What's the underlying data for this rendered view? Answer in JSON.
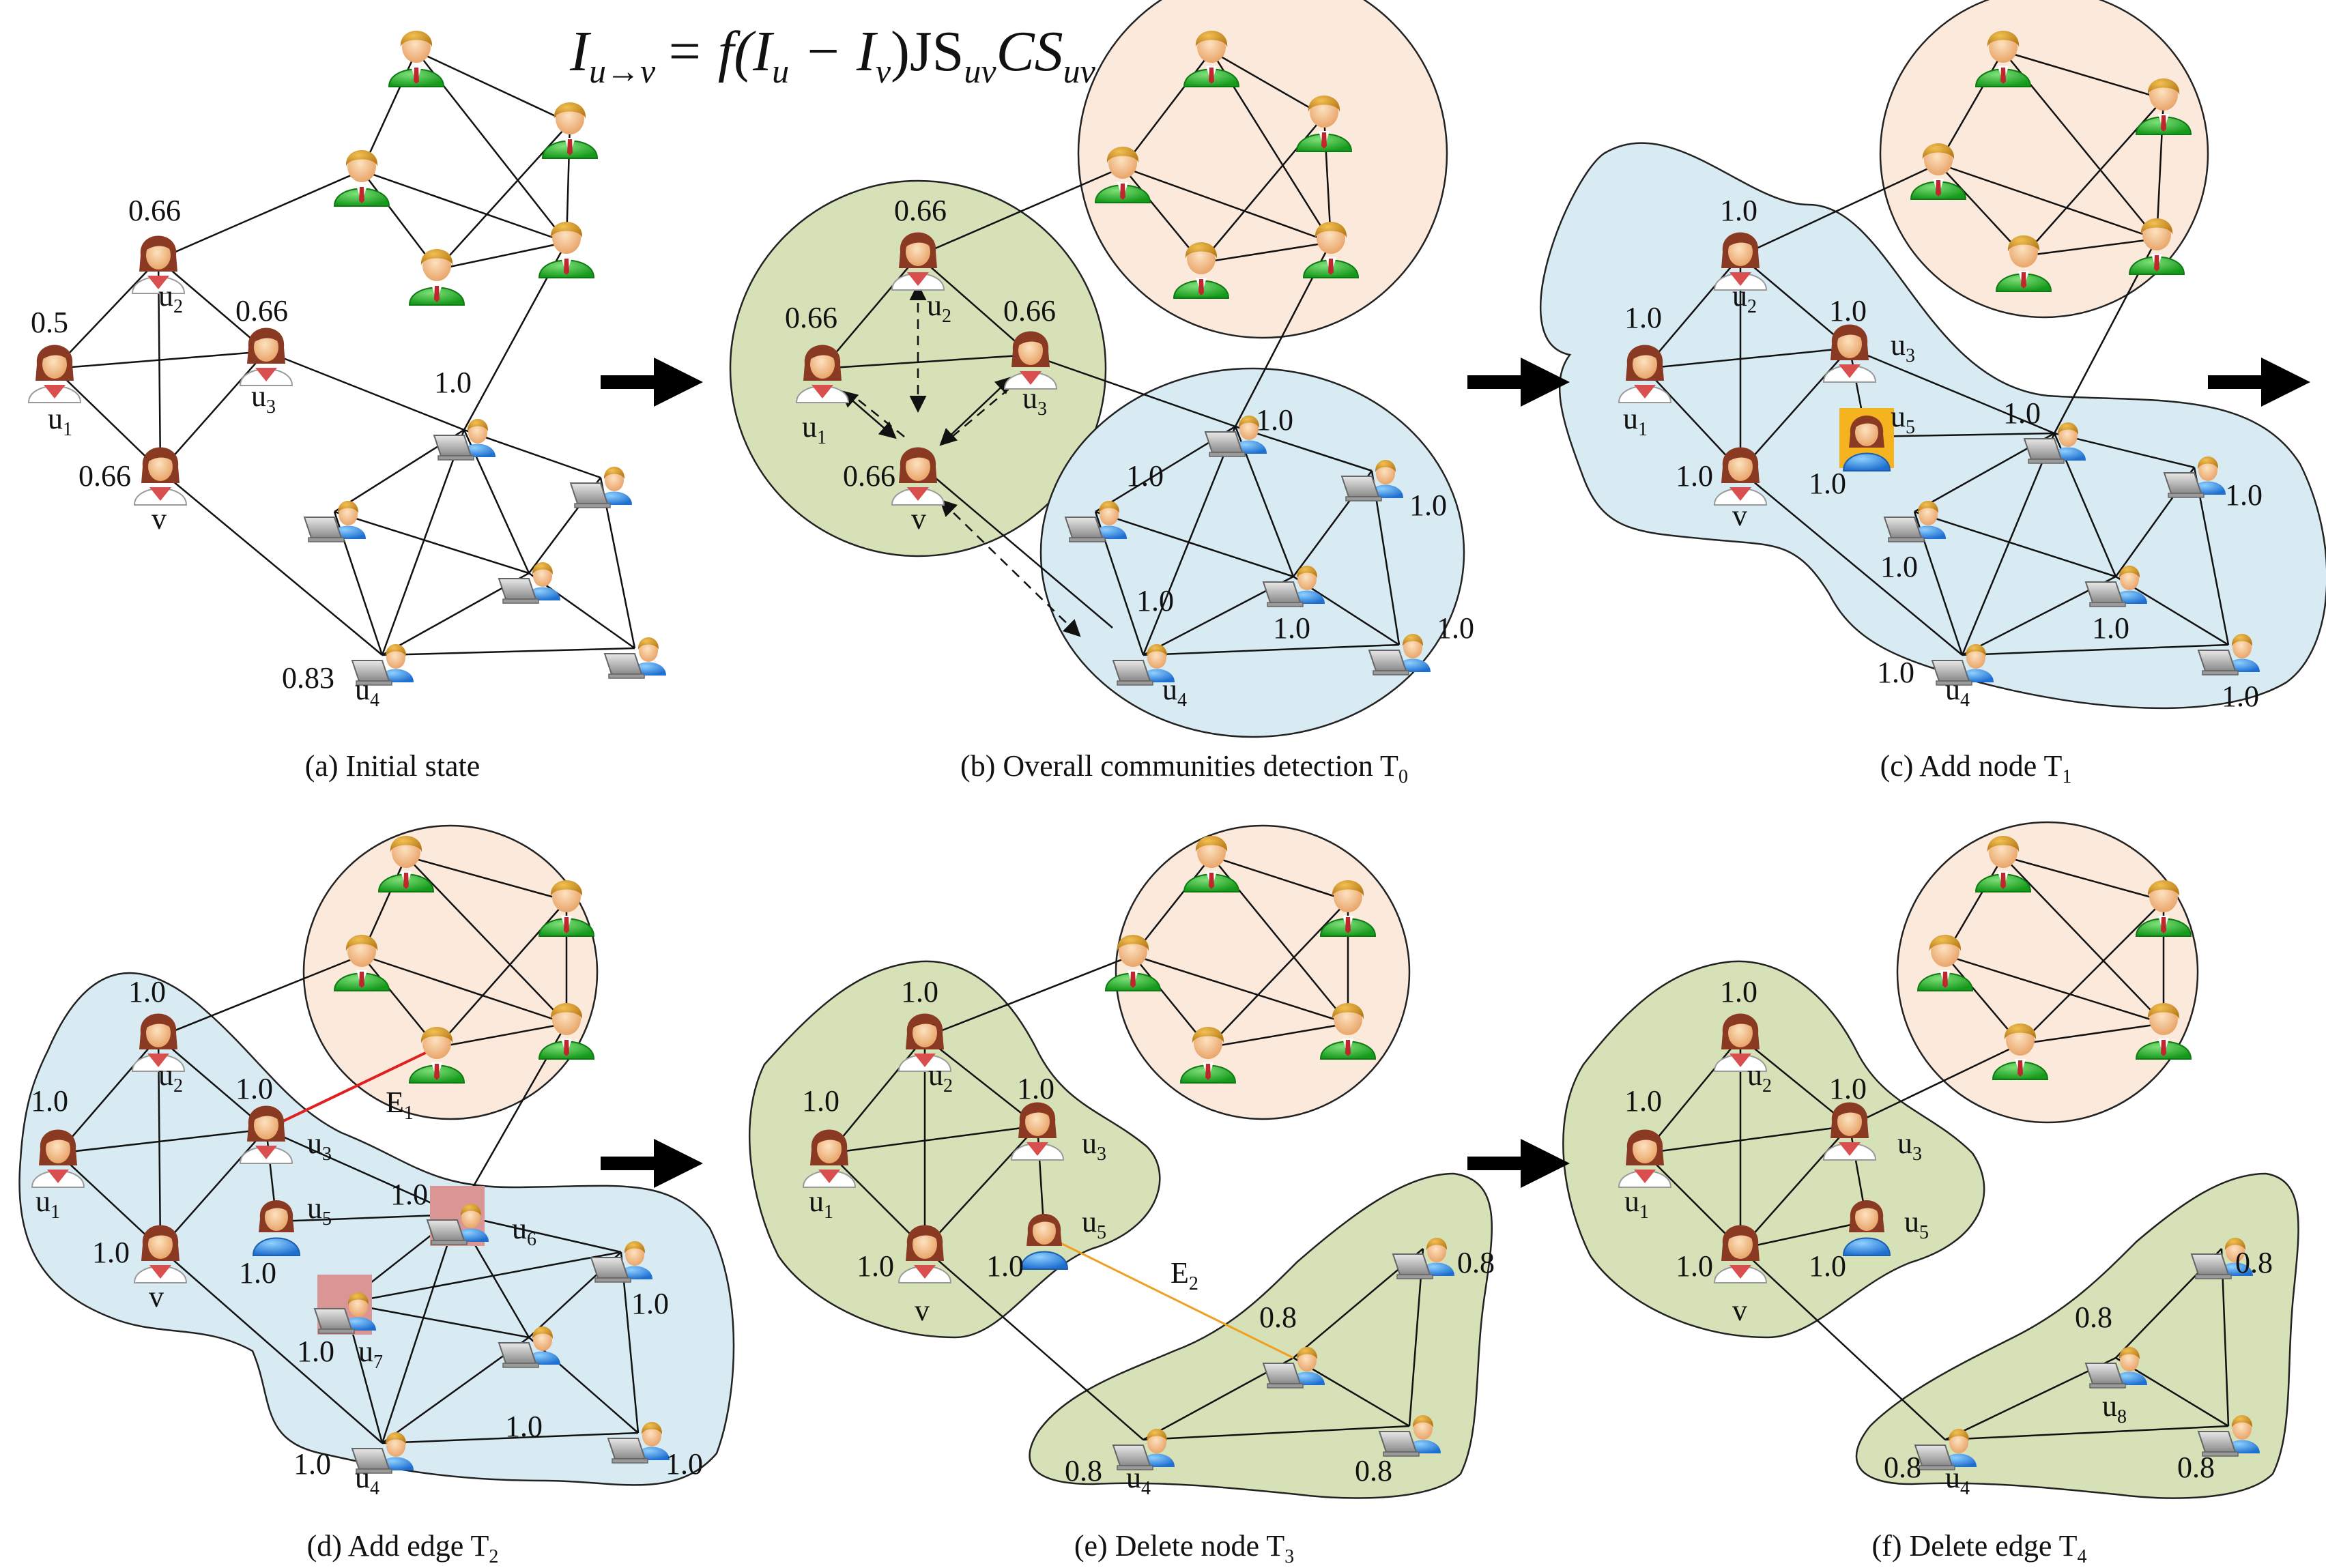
{
  "formula": {
    "lhs": "I",
    "lhs_sub": "u→v",
    "rhs": "= f(I",
    "u": "u",
    "minus": " − I",
    "v": "v",
    "tail": ")JS",
    "uv1": "uv",
    "cs": "CS",
    "uv2": "uv"
  },
  "captions": {
    "a": {
      "text": "(a) Initial state",
      "sub": ""
    },
    "b": {
      "text": "(b) Overall communities detection T",
      "sub": "0"
    },
    "c": {
      "text": "(c)  Add node  T",
      "sub": "1"
    },
    "d": {
      "text": "(d)  Add edge T",
      "sub": "2"
    },
    "e": {
      "text": "(e)  Delete node T",
      "sub": "3"
    },
    "f": {
      "text": "(f)  Delete edge T",
      "sub": "4"
    }
  },
  "edge_labels": {
    "e1": "E",
    "e1_sub": "1",
    "e2": "E",
    "e2_sub": "2"
  },
  "colors": {
    "orange_community": "#fbe9dc",
    "blue_community": "#d8ebf2",
    "green_community": "#d6e1b8",
    "highlight_node": "#f5b31f",
    "highlight_edge_node": "#d99694",
    "new_edge_red": "#e02020",
    "new_edge_orange": "#f0a020"
  },
  "icons": {
    "female": "female-user-icon",
    "green_male": "male-user-icon",
    "laptop": "laptop-user-icon",
    "blue_user": "blue-user-icon",
    "arrow": "right-arrow-icon"
  },
  "panels": {
    "a": {
      "labels": [
        {
          "t": "0.66"
        },
        {
          "t": "0.5"
        },
        {
          "t": "0.66"
        },
        {
          "t": "0.66"
        },
        {
          "t": "1.0"
        },
        {
          "t": "0.83"
        },
        {
          "t": "u",
          "s": "1"
        },
        {
          "t": "u",
          "s": "2"
        },
        {
          "t": "u",
          "s": "3"
        },
        {
          "t": "v"
        },
        {
          "t": "u",
          "s": "4"
        }
      ]
    },
    "b": {
      "labels": [
        {
          "t": "0.66"
        },
        {
          "t": "0.66"
        },
        {
          "t": "0.66"
        },
        {
          "t": "0.66"
        },
        {
          "t": "1.0"
        },
        {
          "t": "1.0"
        },
        {
          "t": "1.0"
        },
        {
          "t": "1.0"
        },
        {
          "t": "1.0"
        },
        {
          "t": "1.0"
        },
        {
          "t": "u",
          "s": "1"
        },
        {
          "t": "u",
          "s": "2"
        },
        {
          "t": "u",
          "s": "3"
        },
        {
          "t": "v"
        },
        {
          "t": "u",
          "s": "4"
        }
      ]
    },
    "c": {
      "labels": [
        {
          "t": "1.0"
        },
        {
          "t": "1.0"
        },
        {
          "t": "1.0"
        },
        {
          "t": "1.0"
        },
        {
          "t": "1.0"
        },
        {
          "t": "1.0"
        },
        {
          "t": "1.0"
        },
        {
          "t": "1.0"
        },
        {
          "t": "1.0"
        },
        {
          "t": "1.0"
        },
        {
          "t": "1.0"
        },
        {
          "t": "u",
          "s": "1"
        },
        {
          "t": "u",
          "s": "2"
        },
        {
          "t": "u",
          "s": "3"
        },
        {
          "t": "u",
          "s": "5"
        },
        {
          "t": "v"
        },
        {
          "t": "u",
          "s": "4"
        }
      ]
    },
    "d": {
      "labels": [
        {
          "t": "1.0"
        },
        {
          "t": "1.0"
        },
        {
          "t": "1.0"
        },
        {
          "t": "1.0"
        },
        {
          "t": "1.0"
        },
        {
          "t": "1.0"
        },
        {
          "t": "1.0"
        },
        {
          "t": "1.0"
        },
        {
          "t": "1.0"
        },
        {
          "t": "1.0"
        },
        {
          "t": "1.0"
        },
        {
          "t": "u",
          "s": "1"
        },
        {
          "t": "u",
          "s": "2"
        },
        {
          "t": "u",
          "s": "3"
        },
        {
          "t": "u",
          "s": "5"
        },
        {
          "t": "u",
          "s": "6"
        },
        {
          "t": "u",
          "s": "7"
        },
        {
          "t": "v"
        },
        {
          "t": "u",
          "s": "4"
        }
      ]
    },
    "e": {
      "labels": [
        {
          "t": "1.0"
        },
        {
          "t": "1.0"
        },
        {
          "t": "1.0"
        },
        {
          "t": "1.0"
        },
        {
          "t": "1.0"
        },
        {
          "t": "0.8"
        },
        {
          "t": "0.8"
        },
        {
          "t": "0.8"
        },
        {
          "t": "0.8"
        },
        {
          "t": "u",
          "s": "1"
        },
        {
          "t": "u",
          "s": "2"
        },
        {
          "t": "u",
          "s": "3"
        },
        {
          "t": "u",
          "s": "5"
        },
        {
          "t": "v"
        },
        {
          "t": "u",
          "s": "4"
        }
      ]
    },
    "f": {
      "labels": [
        {
          "t": "1.0"
        },
        {
          "t": "1.0"
        },
        {
          "t": "1.0"
        },
        {
          "t": "1.0"
        },
        {
          "t": "1.0"
        },
        {
          "t": "0.8"
        },
        {
          "t": "0.8"
        },
        {
          "t": "0.8"
        },
        {
          "t": "0.8"
        },
        {
          "t": "u",
          "s": "1"
        },
        {
          "t": "u",
          "s": "2"
        },
        {
          "t": "u",
          "s": "3"
        },
        {
          "t": "u",
          "s": "5"
        },
        {
          "t": "u",
          "s": "8"
        },
        {
          "t": "v"
        },
        {
          "t": "u",
          "s": "4"
        }
      ]
    }
  }
}
